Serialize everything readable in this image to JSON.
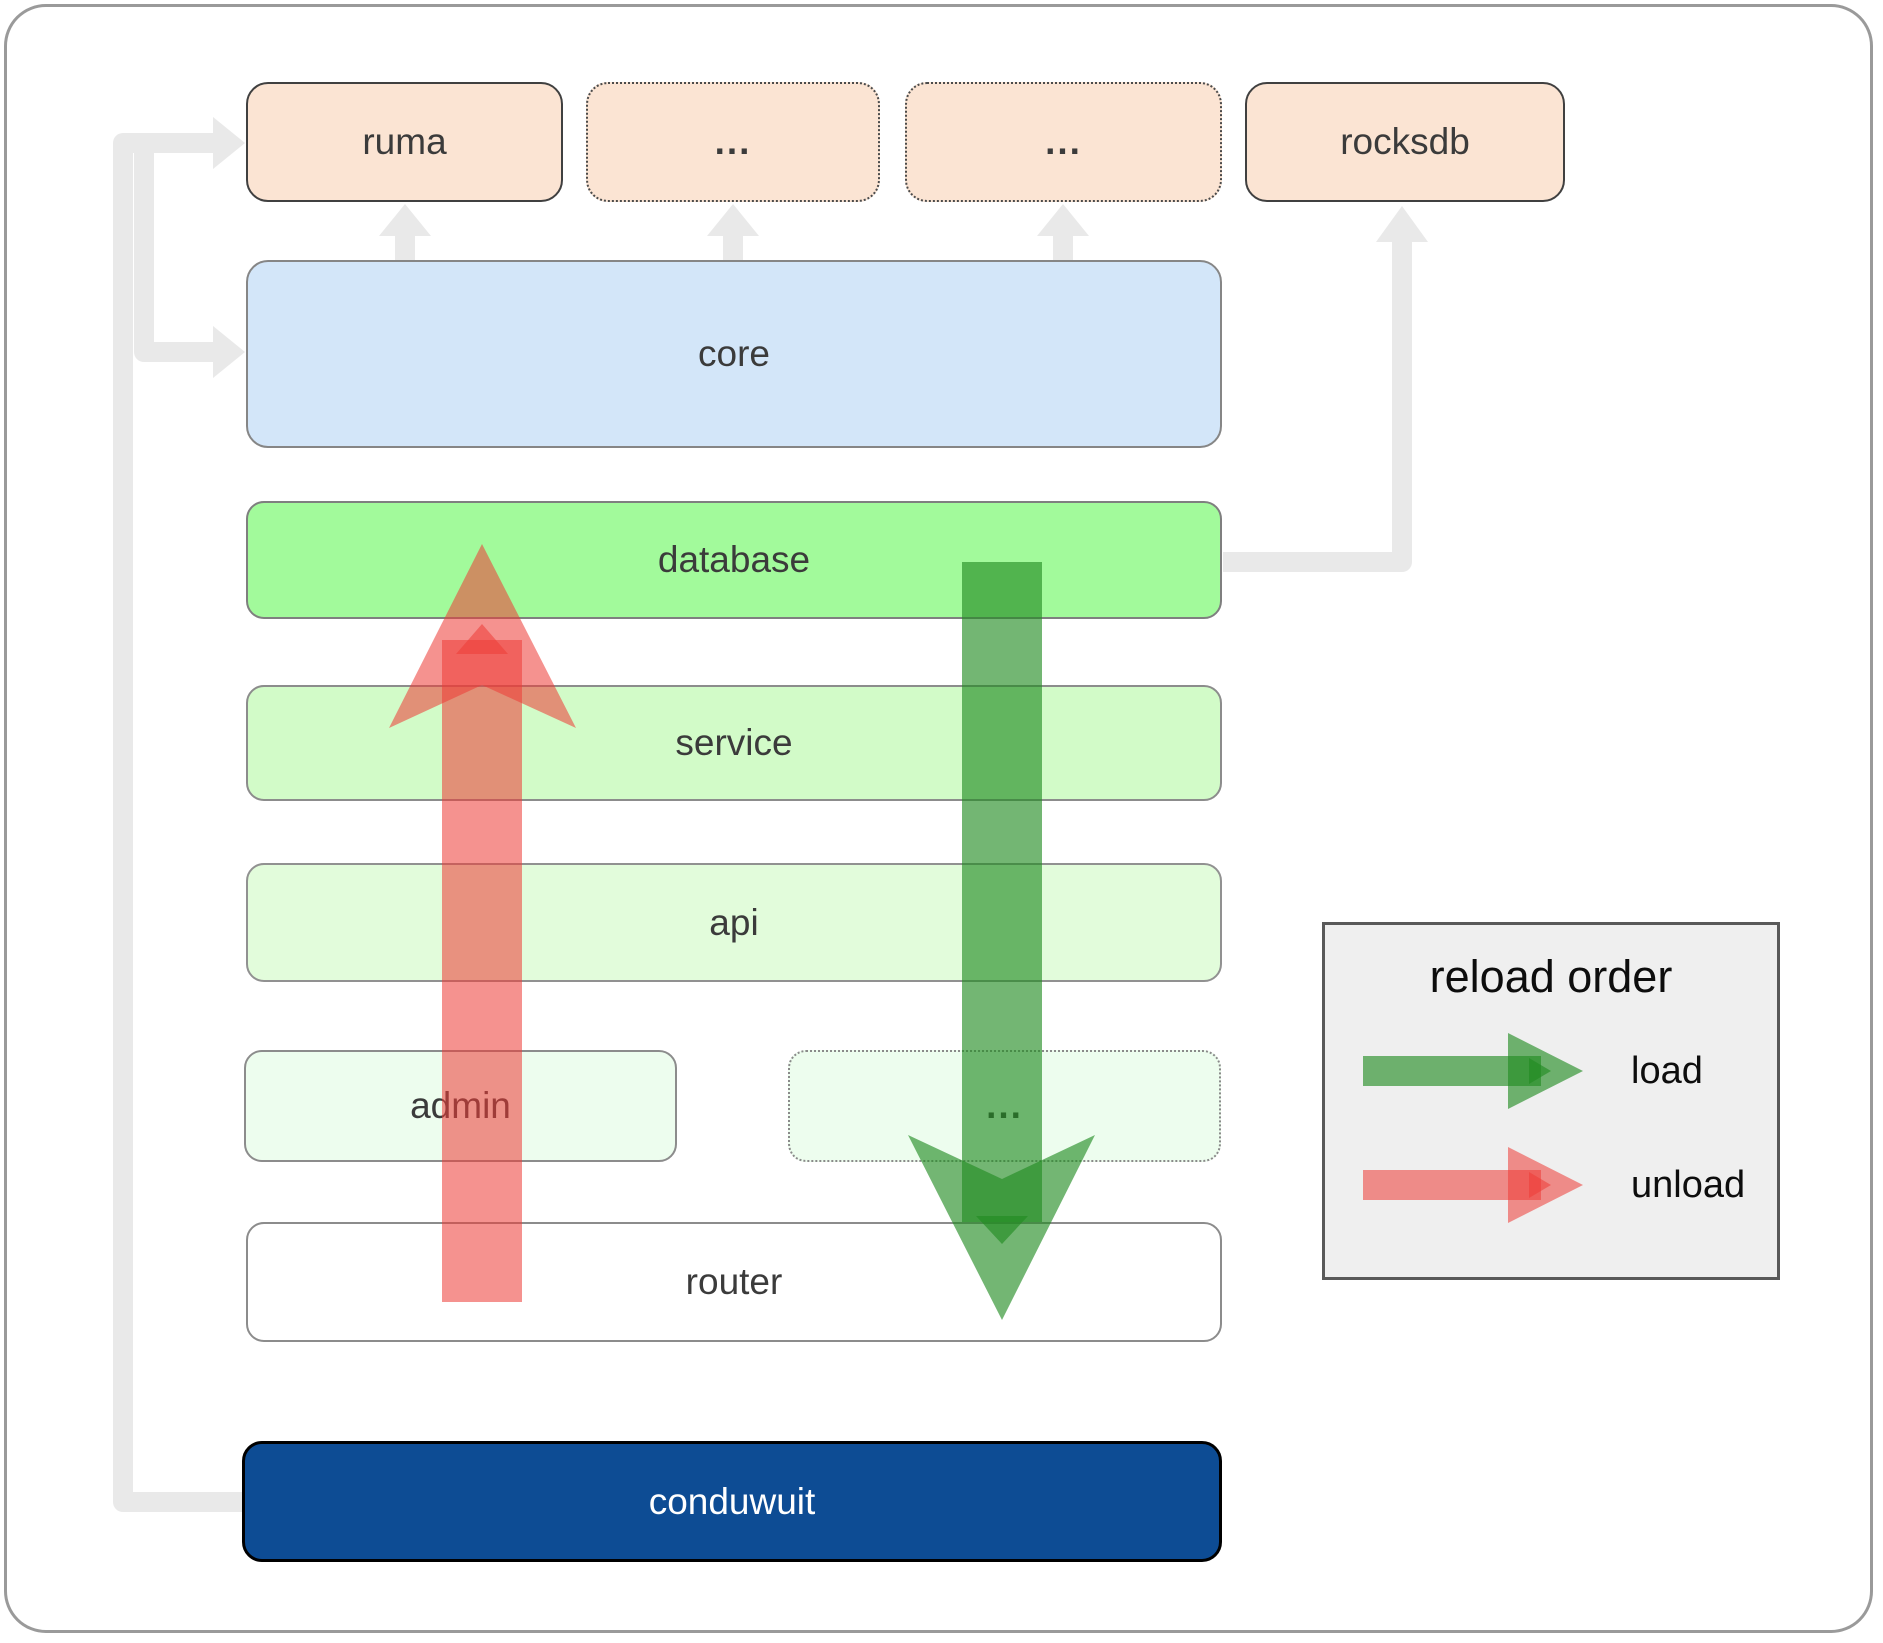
{
  "nodes": {
    "ruma": {
      "label": "ruma"
    },
    "dep_top_1": {
      "label": "..."
    },
    "dep_top_2": {
      "label": "..."
    },
    "rocksdb": {
      "label": "rocksdb"
    },
    "core": {
      "label": "core"
    },
    "database": {
      "label": "database"
    },
    "service": {
      "label": "service"
    },
    "api": {
      "label": "api"
    },
    "admin": {
      "label": "admin"
    },
    "dep_bottom": {
      "label": "..."
    },
    "router": {
      "label": "router"
    },
    "conduwuit": {
      "label": "conduwuit"
    }
  },
  "legend": {
    "title": "reload order",
    "load_label": "load",
    "unload_label": "unload"
  },
  "edges": [
    {
      "from": "core",
      "to": "ruma",
      "style": "dependency"
    },
    {
      "from": "core",
      "to": "dep_top_1",
      "style": "dependency"
    },
    {
      "from": "core",
      "to": "dep_top_2",
      "style": "dependency"
    },
    {
      "from": "database",
      "to": "rocksdb",
      "style": "dependency"
    },
    {
      "from": "conduwuit",
      "to": "ruma",
      "style": "dependency"
    },
    {
      "from": "conduwuit",
      "to": "core",
      "style": "dependency"
    },
    {
      "from": "database",
      "to": "router",
      "style": "load"
    },
    {
      "from": "router",
      "to": "database",
      "style": "unload"
    }
  ],
  "colors": {
    "dependency_box_fill": "#fbe4d3",
    "core_fill": "#d3e6f9",
    "database_fill": "#a2fa9b",
    "service_fill": "#d2fbc8",
    "api_fill": "#e2fcdb",
    "admin_fill": "#edfdee",
    "router_fill": "#ffffff",
    "conduwuit_fill": "#0d4c94",
    "load_arrow": "#228b22",
    "unload_arrow": "#ee3c38",
    "connector_gray": "#e9e9e9",
    "legend_bg": "#efefef"
  }
}
